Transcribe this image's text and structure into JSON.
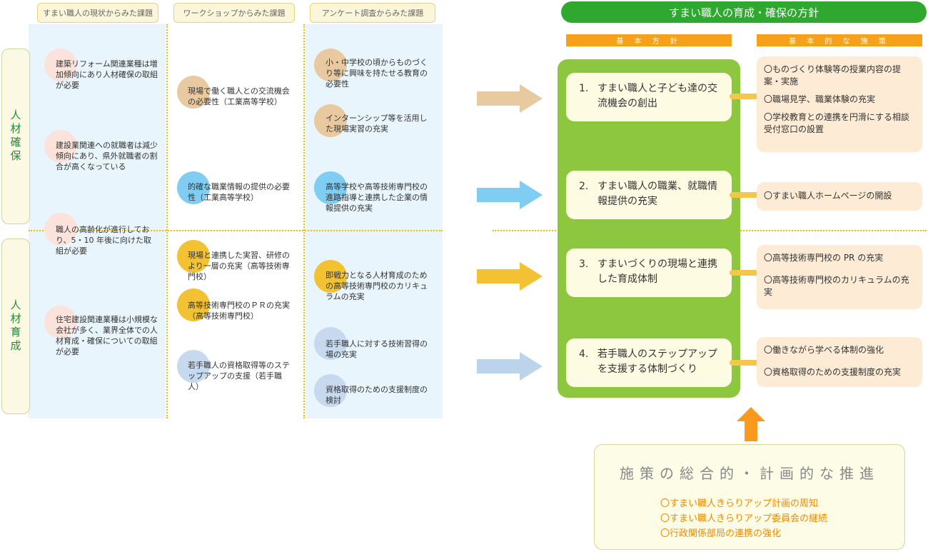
{
  "columns": {
    "current": "すまい職人の現状からみた課題",
    "workshop": "ワークショップからみた課題",
    "survey": "アンケート調査からみた課題"
  },
  "side_tabs": {
    "secure": "人材確保",
    "develop": "人材育成"
  },
  "current_items": [
    {
      "text": "建築リフォーム関連業種は増加傾向にあり人材確保の取組が必要"
    },
    {
      "text": "建設業関連への就職者は減少傾向にあり、県外就職者の割合が高くなっている"
    },
    {
      "text": "職人の高齢化が進行しており、5・10 年後に向けた取組が必要"
    },
    {
      "text": "住宅建設関連業種は小規模な会社が多く、業界全体での人材育成・確保についての取組が必要"
    }
  ],
  "workshop_items": [
    {
      "text": "現場で働く職人との交流機会の必要性（工業高等学校）"
    },
    {
      "text": "的確な職業情報の提供の必要性（工業高等学校）"
    },
    {
      "text": "現場と連携した実習、研修のより一層の充実（高等技術専門校）"
    },
    {
      "text": "高等技術専門校のＰＲの充実（高等技術専門校）"
    },
    {
      "text": "若手職人の資格取得等のステップアップの支援（若手職人）"
    }
  ],
  "survey_items": [
    {
      "text": "小・中学校の頃からものづくり等に興味を持たせる教育の必要性"
    },
    {
      "text": "インターンシップ等を活用した現場実習の充実"
    },
    {
      "text": "高等学校や高等技術専門校の進路指導と連携した企業の情報提供の充実"
    },
    {
      "text": "即戦力となる人材育成のための高等技術専門校のカリキュラムの充実"
    },
    {
      "text": "若手職人に対する技術習得の場の充実"
    },
    {
      "text": "資格取得のための支援制度の検討"
    }
  ],
  "policy": {
    "title": "すまい職人の育成・確保の方針",
    "basic_policy_label": "基 本 方 針",
    "basic_measures_label": "基 本 的 な 施 策",
    "policies": [
      {
        "num": "1.",
        "text": "すまい職人と子ども達の交流機会の創出"
      },
      {
        "num": "2.",
        "text": "すまい職人の職業、就職情報提供の充実"
      },
      {
        "num": "3.",
        "text": "すまいづくりの現場と連携した育成体制"
      },
      {
        "num": "4.",
        "text": "若手職人のステップアップを支援する体制づくり"
      }
    ],
    "measures": [
      [
        "〇ものづくり体験等の授業内容の提案・実施",
        "〇職場見学、職業体験の充実",
        "〇学校教育との連携を円滑にする相談受付窓口の設置"
      ],
      [
        "〇すまい職人ホームページの開設"
      ],
      [
        "〇高等技術専門校の PR の充実",
        "〇高等技術専門校のカリキュラムの充実"
      ],
      [
        "〇働きながら学べる体制の強化",
        "〇資格取得のための支援制度の充実"
      ]
    ]
  },
  "promotion": {
    "title": "施策の総合的・計画的な推進",
    "items": [
      "〇すまい職人きらりアップ計画の周知",
      "〇すまい職人きらりアップ委員会の継続",
      "〇行政関係部局の連携の強化"
    ]
  },
  "colors": {
    "arrow1": "#e8c9a0",
    "arrow2": "#7fcdf2",
    "arrow3": "#f2c233",
    "arrow4": "#bcd4ea",
    "bubble_pink": "#fbe3dc",
    "bubble_tan": "#e8c9a0",
    "bubble_blue": "#7fcdf2",
    "bubble_gold": "#f2c233",
    "bubble_grayblue": "#c7d9ee"
  }
}
